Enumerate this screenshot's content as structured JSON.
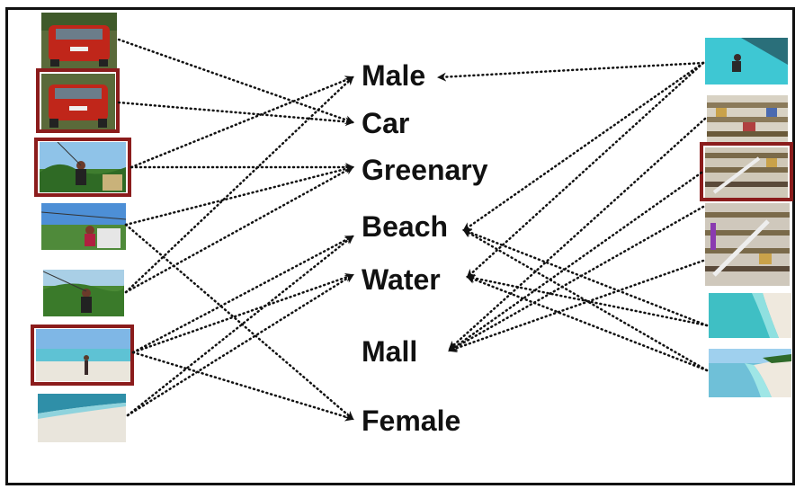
{
  "labels": {
    "male": "Male",
    "car": "Car",
    "greenary": "Greenary",
    "beach": "Beach",
    "water": "Water",
    "mall": "Mall",
    "female": "Female"
  },
  "thumbnails_left": [
    {
      "subject": "red car",
      "highlighted": false
    },
    {
      "subject": "red car",
      "highlighted": true
    },
    {
      "subject": "zipline over greenery",
      "highlighted": true
    },
    {
      "subject": "zipline over greenery",
      "highlighted": false
    },
    {
      "subject": "zipline over greenery",
      "highlighted": false
    },
    {
      "subject": "woman on beach",
      "highlighted": true
    },
    {
      "subject": "beach shoreline",
      "highlighted": false
    }
  ],
  "thumbnails_right": [
    {
      "subject": "swimmer in water",
      "highlighted": false
    },
    {
      "subject": "shopping mall",
      "highlighted": false
    },
    {
      "subject": "shopping mall",
      "highlighted": true
    },
    {
      "subject": "shopping mall",
      "highlighted": false
    },
    {
      "subject": "beach aerial",
      "highlighted": false
    },
    {
      "subject": "beach shoreline",
      "highlighted": false
    }
  ],
  "colors": {
    "highlight": "#8b1c1c",
    "link": "#111111"
  }
}
